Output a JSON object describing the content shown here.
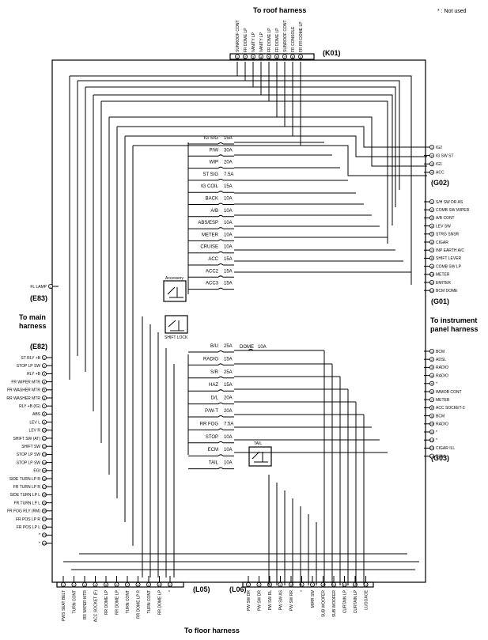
{
  "title": "To roof harness",
  "note": "* : Not used",
  "bottom_title": "To floor harness",
  "main_harness": "To main\nharness",
  "instrument_harness": "To instrument\npanel harness",
  "connectors": {
    "k01": {
      "id": "(K01)",
      "labels": [
        "SUNROOF CONT",
        "FR DOME LP",
        "VANITY LP",
        "VANITY LP",
        "FR DOME LP",
        "FR DOME LP",
        "SUNROOF CONT",
        "FR CONSOLE",
        "FR FR DOME LP"
      ]
    },
    "g02": {
      "id": "(G02)",
      "labels": [
        "IG2",
        "IG SW ST",
        "IG1",
        "ACC"
      ]
    },
    "g01": {
      "id": "(G01)",
      "labels": [
        "S/H SW DR AS",
        "COMB SW WIPER",
        "A/B CONT",
        "LEV SW",
        "STRG SNSR",
        "CIGAR",
        "INP EARTH A/C",
        "SHIFT LEVER",
        "COMB SW LP",
        "METER",
        "EMITER",
        "BCM DOME"
      ]
    },
    "g03": {
      "id": "(G03)",
      "labels": [
        "BCM",
        "ADSL",
        "RADIO",
        "RADIO",
        "*",
        "IMMOB CONT",
        "METER",
        "ACC SOCKET-2",
        "BCM",
        "RADIO",
        "*",
        "*",
        "CIGAR ILL",
        "BCM"
      ]
    },
    "e83": {
      "id": "(E83)",
      "labels": [
        "FL LAMP"
      ]
    },
    "e82": {
      "id": "(E82)",
      "labels": [
        "ST RLY +B",
        "STOP LP SW",
        "RLY +B",
        "FR WIPER MTR",
        "FR WASHER MTR",
        "RR WASHER MTR",
        "RLY +B (IG)",
        "ABS",
        "LEV L",
        "LEV R",
        "SHIFT SW (AT)",
        "SHIFT SW",
        "STOP LP SW",
        "STOP LP SW",
        "EGI",
        "SIDE TURN LP R",
        "FR TURN LP R",
        "SIDE TURN LP L",
        "FR TURN LP L",
        "FR FOG RLY (RM)",
        "FR POS LP R",
        "FR POS LP L",
        "*",
        "*"
      ]
    },
    "l05": {
      "id": "(L05)",
      "labels": [
        "PWS SEAT BELT",
        "TURN CONT",
        "RR WIPER MTR",
        "ACC SOCKET (F)",
        "RR DOME LP",
        "RR DOME LP",
        "TURN CONT",
        "RR DOME LP R",
        "TURN CONT",
        "RR DOME LP",
        "*"
      ]
    },
    "l06": {
      "id": "(L06)",
      "labels": [
        "PW SW DR",
        "PW SW DR",
        "PW SW RL",
        "PW SW AS",
        "PW SW RR",
        "*",
        "MIRR SW",
        "SUB WOOFER",
        "SUB WOOFER",
        "CURTAIN LP",
        "CURTAIN LP",
        "LUGGAGE"
      ]
    }
  },
  "fuses": [
    {
      "name": "IG SIG",
      "rating": "15A"
    },
    {
      "name": "P/W",
      "rating": "30A"
    },
    {
      "name": "WIP",
      "rating": "20A"
    },
    {
      "name": "ST SIG",
      "rating": "7.5A"
    },
    {
      "name": "IG COIL",
      "rating": "15A"
    },
    {
      "name": "BACK",
      "rating": "10A"
    },
    {
      "name": "A/B",
      "rating": "10A"
    },
    {
      "name": "ABS/ESP",
      "rating": "10A"
    },
    {
      "name": "METER",
      "rating": "10A"
    },
    {
      "name": "CRUISE",
      "rating": "10A"
    },
    {
      "name": "ACC",
      "rating": "15A"
    },
    {
      "name": "ACC2",
      "rating": "15A"
    },
    {
      "name": "ACC3",
      "rating": "15A"
    }
  ],
  "fuses2": [
    {
      "name": "B/U",
      "rating": "25A"
    },
    {
      "name": "RADIO",
      "rating": "15A"
    },
    {
      "name": "S/R",
      "rating": "25A"
    },
    {
      "name": "HAZ",
      "rating": "15A"
    },
    {
      "name": "D/L",
      "rating": "20A"
    },
    {
      "name": "P/W-T",
      "rating": "20A"
    },
    {
      "name": "RR FOG",
      "rating": "7.5A"
    },
    {
      "name": "STOP",
      "rating": "10A"
    },
    {
      "name": "ECM",
      "rating": "10A"
    },
    {
      "name": "TAIL",
      "rating": "10A"
    }
  ],
  "dome_fuse": {
    "name": "DOME",
    "rating": "10A"
  },
  "relays": {
    "accessory": "Accessory",
    "shift_lock": "SHIFT LOCK",
    "tail": "TAIL"
  }
}
